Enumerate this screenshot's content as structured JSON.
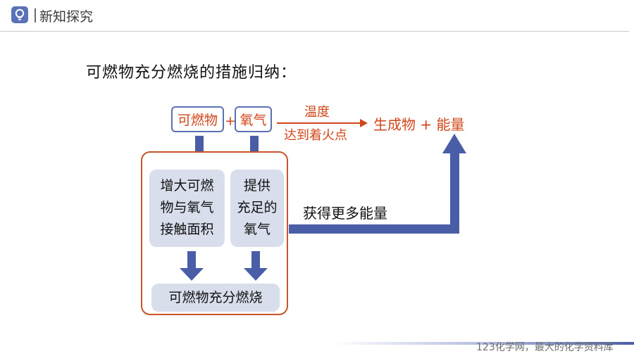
{
  "header": {
    "title": "新知探究",
    "icon": "lightbulb-icon",
    "accent": "#5a73b8"
  },
  "heading": "可燃物充分燃烧的措施归纳：",
  "equation": {
    "reactant1": "可燃物",
    "plus1": "+",
    "reactant2": "氧气",
    "condition_top": "温度",
    "condition_bottom": "达到着火点",
    "product": "生成物 + 能量"
  },
  "measures": {
    "left": [
      "增大可燃",
      "物与氧气",
      "接触面积"
    ],
    "right": [
      "提供",
      "充足的",
      "氧气"
    ],
    "outcome": "可燃物充分燃烧"
  },
  "gain_label": "获得更多能量",
  "footer": {
    "text": "123化学网，最大的化学资料库"
  },
  "colors": {
    "arrow_blue": "#4a5ea8",
    "text_red": "#d2461a",
    "frame_red": "#c9542a",
    "box_gray": "#d9deec"
  }
}
